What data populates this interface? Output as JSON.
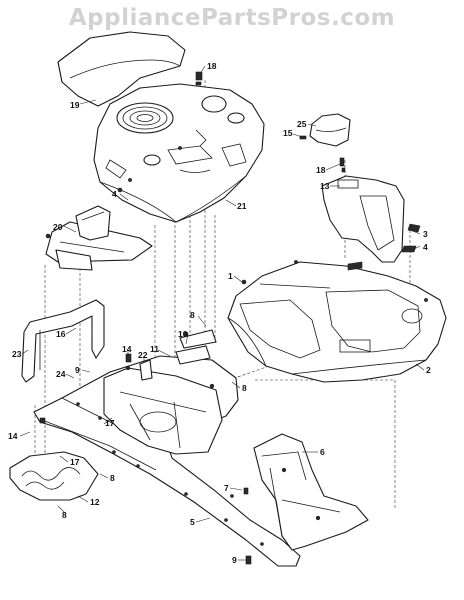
{
  "watermark": "AppliancePartsPros.com",
  "callouts": [
    "18",
    "19",
    "25",
    "15",
    "18",
    "13",
    "4",
    "21",
    "20",
    "3",
    "4",
    "1",
    "8",
    "10",
    "11",
    "16",
    "23",
    "9",
    "14",
    "22",
    "24",
    "2",
    "8",
    "17",
    "14",
    "17",
    "6",
    "7",
    "8",
    "12",
    "8",
    "5",
    "9"
  ]
}
